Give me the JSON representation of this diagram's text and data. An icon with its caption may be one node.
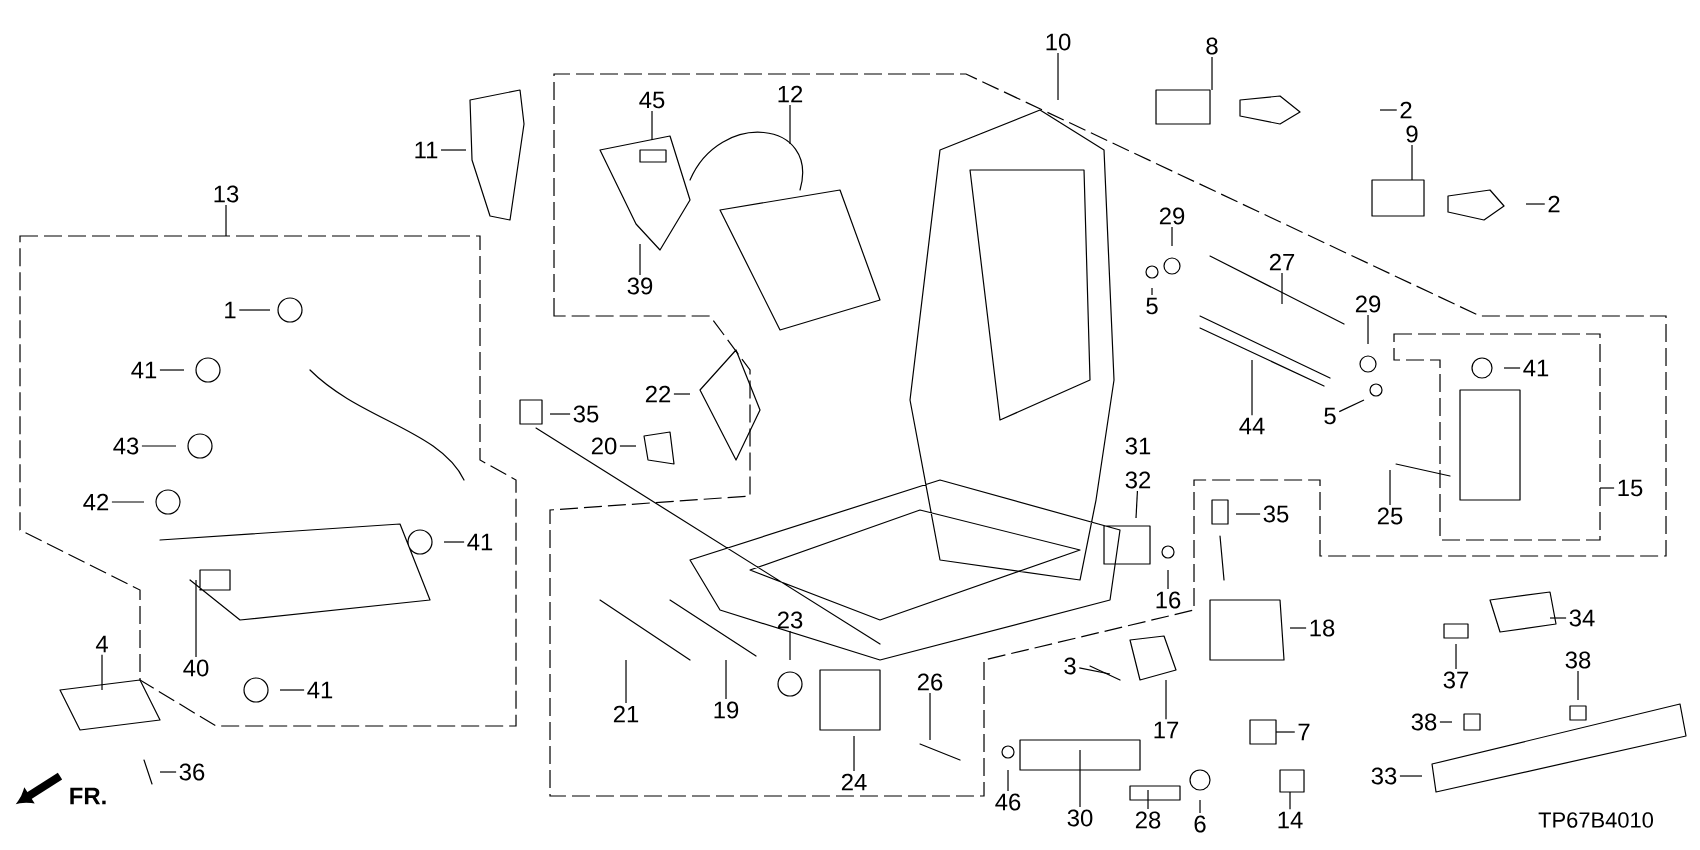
{
  "diagram": {
    "nodes": [
      {
        "text": [
          "13"
        ]
      },
      {
        "text": [
          "11"
        ]
      },
      {
        "text": [
          "45"
        ]
      },
      {
        "text": [
          "12"
        ]
      },
      {
        "text": [
          "39"
        ]
      },
      {
        "text": [
          "10"
        ]
      },
      {
        "text": [
          "8"
        ]
      },
      {
        "text": [
          "2"
        ]
      },
      {
        "text": [
          "9"
        ]
      },
      {
        "text": [
          "2"
        ]
      },
      {
        "text": [
          "1"
        ]
      },
      {
        "text": [
          "41"
        ]
      },
      {
        "text": [
          "29"
        ]
      },
      {
        "text": [
          "27"
        ]
      },
      {
        "text": [
          "5"
        ]
      },
      {
        "text": [
          "29"
        ]
      },
      {
        "text": [
          "41"
        ]
      },
      {
        "text": [
          "35"
        ]
      },
      {
        "text": [
          "22"
        ]
      },
      {
        "text": [
          "20"
        ]
      },
      {
        "text": [
          "5"
        ]
      },
      {
        "text": [
          "44"
        ]
      },
      {
        "text": [
          "43"
        ]
      },
      {
        "text": [
          "15"
        ]
      },
      {
        "text": [
          "32"
        ]
      },
      {
        "text": [
          "25"
        ]
      },
      {
        "text": [
          "35"
        ]
      },
      {
        "text": [
          "42"
        ]
      },
      {
        "text": [
          "41"
        ]
      },
      {
        "text": [
          "16"
        ]
      },
      {
        "text": [
          "34"
        ]
      },
      {
        "text": [
          "18"
        ]
      },
      {
        "text": [
          "23"
        ]
      },
      {
        "text": [
          "26"
        ]
      },
      {
        "text": [
          "40"
        ]
      },
      {
        "text": [
          "41"
        ]
      },
      {
        "text": [
          "4"
        ]
      },
      {
        "text": [
          "3"
        ]
      },
      {
        "text": [
          "38"
        ]
      },
      {
        "text": [
          "37"
        ]
      },
      {
        "text": [
          "19"
        ]
      },
      {
        "text": [
          "21"
        ]
      },
      {
        "text": [
          "17"
        ]
      },
      {
        "text": [
          "7"
        ]
      },
      {
        "text": [
          "38"
        ]
      },
      {
        "text": [
          "33"
        ]
      },
      {
        "text": [
          "24"
        ]
      },
      {
        "text": [
          "36"
        ]
      },
      {
        "text": [
          "46"
        ]
      },
      {
        "text": [
          "30"
        ]
      },
      {
        "text": [
          "28"
        ]
      },
      {
        "text": [
          "6"
        ]
      },
      {
        "text": [
          "14"
        ]
      }
    ],
    "edges": [
      {
        "from": 0,
        "to": null,
        "arrow": "none"
      },
      {
        "from": 1,
        "to": null,
        "arrow": "none"
      },
      {
        "from": 2,
        "to": null,
        "arrow": "none"
      },
      {
        "from": 3,
        "to": null,
        "arrow": "none"
      },
      {
        "from": 4,
        "to": null,
        "arrow": "none"
      },
      {
        "from": 5,
        "to": null,
        "arrow": "none"
      },
      {
        "from": 6,
        "to": null,
        "arrow": "none"
      },
      {
        "from": 7,
        "to": null,
        "arrow": "none"
      },
      {
        "from": 8,
        "to": null,
        "arrow": "none"
      },
      {
        "from": 9,
        "to": null,
        "arrow": "none"
      },
      {
        "from": 10,
        "to": null,
        "arrow": "none"
      },
      {
        "from": 11,
        "to": null,
        "arrow": "none"
      },
      {
        "from": 12,
        "to": null,
        "arrow": "none"
      },
      {
        "from": 13,
        "to": null,
        "arrow": "none"
      },
      {
        "from": 14,
        "to": null,
        "arrow": "none"
      },
      {
        "from": 15,
        "to": null,
        "arrow": "none"
      },
      {
        "from": 16,
        "to": null,
        "arrow": "none"
      },
      {
        "from": 17,
        "to": null,
        "arrow": "none"
      },
      {
        "from": 18,
        "to": null,
        "arrow": "none"
      },
      {
        "from": 19,
        "to": null,
        "arrow": "none"
      },
      {
        "from": 20,
        "to": null,
        "arrow": "none"
      },
      {
        "from": 21,
        "to": null,
        "arrow": "none"
      },
      {
        "from": 22,
        "to": null,
        "arrow": "none"
      },
      {
        "from": 23,
        "to": null,
        "arrow": "none"
      },
      {
        "from": 24,
        "to": null,
        "arrow": "none"
      },
      {
        "from": 25,
        "to": null,
        "arrow": "none"
      },
      {
        "from": 26,
        "to": null,
        "arrow": "none"
      },
      {
        "from": 27,
        "to": null,
        "arrow": "none"
      },
      {
        "from": 28,
        "to": null,
        "arrow": "none"
      },
      {
        "from": 29,
        "to": null,
        "arrow": "none"
      },
      {
        "from": 30,
        "to": null,
        "arrow": "none"
      },
      {
        "from": 31,
        "to": null,
        "arrow": "none"
      },
      {
        "from": 32,
        "to": null,
        "arrow": "none"
      },
      {
        "from": 33,
        "to": null,
        "arrow": "none"
      },
      {
        "from": 34,
        "to": null,
        "arrow": "none"
      },
      {
        "from": 35,
        "to": null,
        "arrow": "none"
      },
      {
        "from": 36,
        "to": null,
        "arrow": "none"
      },
      {
        "from": 37,
        "to": null,
        "arrow": "none"
      },
      {
        "from": 38,
        "to": null,
        "arrow": "none"
      },
      {
        "from": 39,
        "to": null,
        "arrow": "none"
      },
      {
        "from": 40,
        "to": null,
        "arrow": "none"
      },
      {
        "from": 41,
        "to": null,
        "arrow": "none"
      },
      {
        "from": 42,
        "to": null,
        "arrow": "none"
      },
      {
        "from": 43,
        "to": null,
        "arrow": "none"
      },
      {
        "from": 44,
        "to": null,
        "arrow": "none"
      },
      {
        "from": 45,
        "to": null,
        "arrow": "none"
      },
      {
        "from": 46,
        "to": null,
        "arrow": "none"
      },
      {
        "from": 47,
        "to": null,
        "arrow": "none"
      },
      {
        "from": 48,
        "to": null,
        "arrow": "none"
      },
      {
        "from": 49,
        "to": null,
        "arrow": "none"
      },
      {
        "from": 50,
        "to": null,
        "arrow": "none"
      },
      {
        "from": 51,
        "to": null,
        "arrow": "none"
      },
      {
        "from": 52,
        "to": null,
        "arrow": "none"
      }
    ],
    "labels": [
      "31",
      "FR.",
      "TP67B4010"
    ]
  }
}
